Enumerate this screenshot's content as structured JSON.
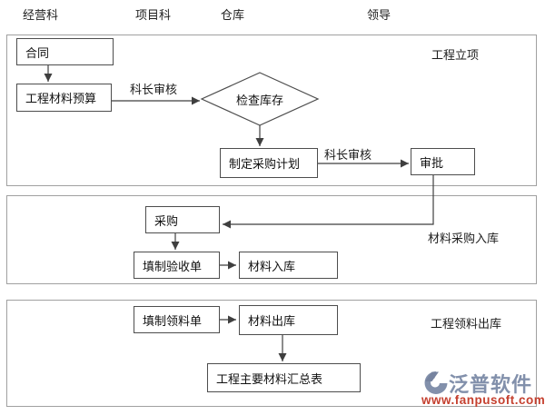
{
  "header": {
    "columns": [
      {
        "label": "经营科"
      },
      {
        "label": "项目科"
      },
      {
        "label": "仓库"
      },
      {
        "label": "领导"
      }
    ]
  },
  "sections": [
    {
      "title": "工程立项"
    },
    {
      "title": "材料采购入库"
    },
    {
      "title": "工程领料出库"
    }
  ],
  "nodes": {
    "contract": "合同",
    "material_budget": "工程材料预算",
    "check_inventory": "检查库存",
    "make_purchase_plan": "制定采购计划",
    "approval": "审批",
    "purchase": "采购",
    "fill_acceptance_form": "填制验收单",
    "material_inbound": "材料入库",
    "fill_requisition_form": "填制领料单",
    "material_outbound": "材料出库",
    "material_summary_table": "工程主要材料汇总表"
  },
  "edge_labels": {
    "chief_review_1": "科长审核",
    "chief_review_2": "科长审核"
  },
  "logo": {
    "brand": "泛普软件",
    "website": "www.fanpusoft.com"
  },
  "colors": {
    "box_border": "#4d4d4d",
    "section_border": "#a0a0a0",
    "arrow": "#3f3f3f",
    "brand_blue": "#8290ab",
    "brand_red": "#c5402f"
  }
}
